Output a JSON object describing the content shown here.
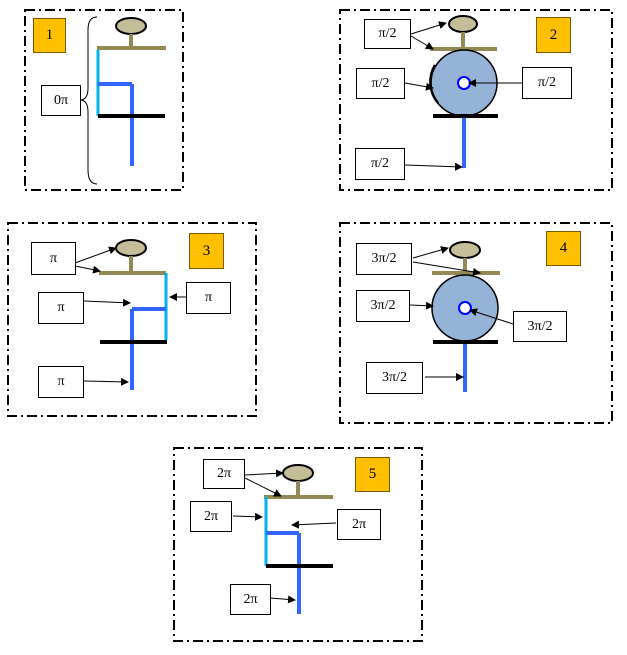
{
  "colors": {
    "shaft": "#938953",
    "disc_fill": "#95b3d7",
    "blue": "#3366ff",
    "cyan": "#00b0f0",
    "badge": "#ffc000",
    "ground": "#000000"
  },
  "panels": [
    {
      "number": "1",
      "labels": [
        "0π"
      ]
    },
    {
      "number": "2",
      "labels": [
        "π/2",
        "π/2",
        "π/2",
        "π/2"
      ]
    },
    {
      "number": "3",
      "labels": [
        "π",
        "π",
        "π",
        "π"
      ]
    },
    {
      "number": "4",
      "labels": [
        "3π/2",
        "3π/2",
        "3π/2",
        "3π/2"
      ]
    },
    {
      "number": "5",
      "labels": [
        "2π",
        "2π",
        "2π",
        "2π"
      ]
    }
  ]
}
